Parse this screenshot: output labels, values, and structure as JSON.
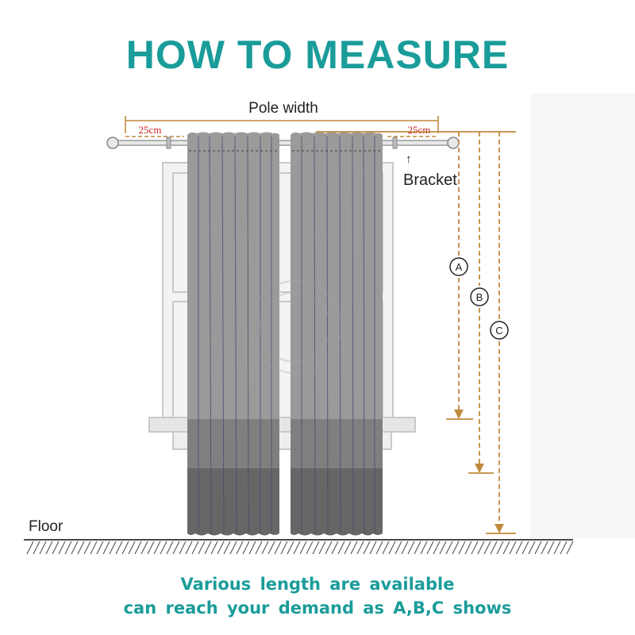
{
  "title": "HOW TO MEASURE",
  "labels": {
    "pole_width": "Pole width",
    "left_overhang": "25cm",
    "right_overhang": "25cm",
    "bracket_arrow": "↑",
    "bracket": "Bracket",
    "floor": "Floor",
    "measure_a": "A",
    "measure_b": "B",
    "measure_c": "C"
  },
  "footer": {
    "line1": "Various  length  are  available",
    "line2": "can reach  your  demand  as A,B,C  shows"
  },
  "colors": {
    "title": "#1a9c9a",
    "curtain_light": "#9a9a9a",
    "curtain_mid": "#7f7f7f",
    "curtain_dark": "#666666",
    "measure_line": "#c08a3e",
    "overhang_text": "#cc2222",
    "window_frame": "#d5d5d5"
  }
}
